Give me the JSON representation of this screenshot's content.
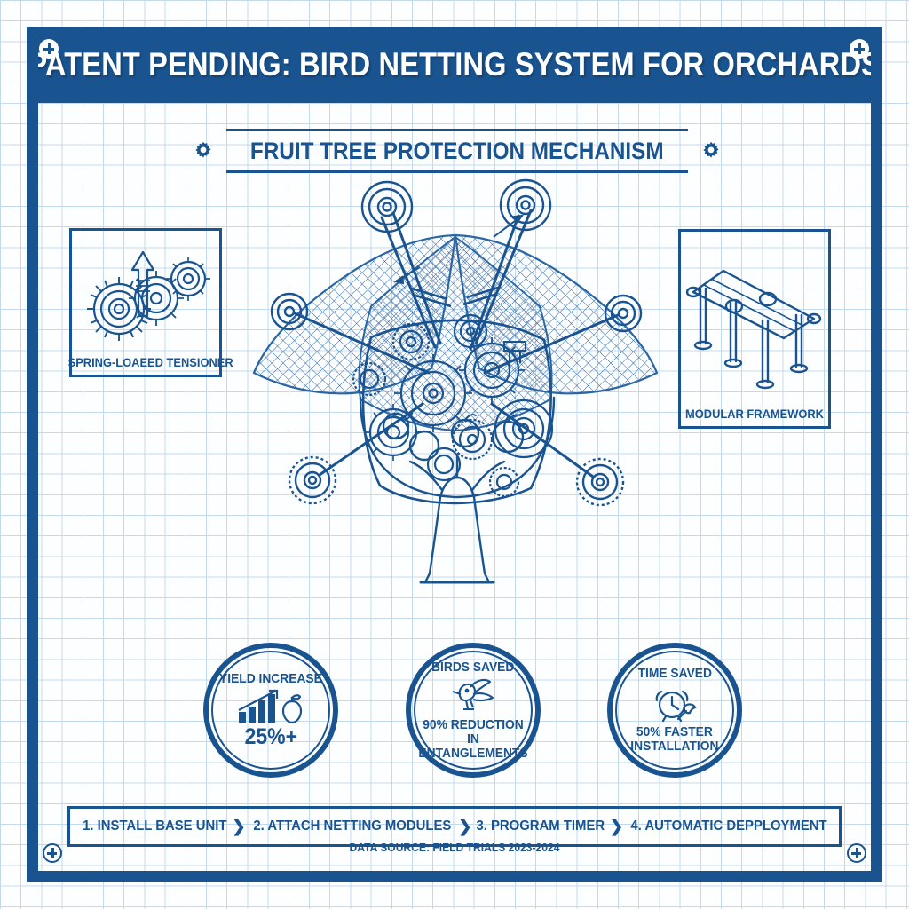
{
  "header": {
    "title": "PATENT PENDING: BIRD NETTING SYSTEM FOR ORCHARDS",
    "screw_icon": "screw-plus-icon"
  },
  "subtitle": {
    "text": "FRUIT TREE PROTECTION MECHANISM",
    "left_icon": "gear-icon",
    "right_icon": "gear-icon"
  },
  "callouts": [
    {
      "id": "spring-loaded-tensioner",
      "label": "SPRING-LOAEED TENSIONER",
      "icon": "gears-with-up-arrow-icon"
    },
    {
      "id": "modular-framework",
      "label": "MODULAR FRAMEWORK",
      "icon": "isometric-frame-structure-icon"
    }
  ],
  "diagram": {
    "name": "bird-netting-mechanism-over-fruit-tree",
    "elements": [
      "mesh-net",
      "gear-cluster",
      "anchor-pulleys",
      "tensioner-arms",
      "fruit-tree",
      "apples"
    ],
    "anchor_count": 6
  },
  "stats": [
    {
      "title": "YIELD\nINCREASE",
      "icon": "bar-chart-growth-and-apple-icon",
      "value": "25%+",
      "value_size": "big"
    },
    {
      "title": "BIRDS SAVED",
      "icon": "bird-icon",
      "value": "90% REDUCTION IN\nENTANGLEMENTS",
      "value_size": "small"
    },
    {
      "title": "TIME SAVED",
      "icon": "alarm-clock-wrench-icon",
      "value": "50% FASTER\nINSTALLATION",
      "value_size": "small"
    }
  ],
  "steps": [
    {
      "label": "1. INSTALL BASE UNIT"
    },
    {
      "label": "2.     ATTACH NETTING MODULES"
    },
    {
      "label": "3.   PROGRAM TIMER"
    },
    {
      "label": "4. AUTOMATIC DEPPLOYMENT"
    }
  ],
  "step_separator": "❯",
  "footer": {
    "note": "DATA SOURCE: FIELD TRIALS 2023-2024"
  },
  "colors": {
    "blueprint_blue": "#1a5490",
    "grid_line": "#c3d9ee",
    "paper": "#fdfeff"
  }
}
